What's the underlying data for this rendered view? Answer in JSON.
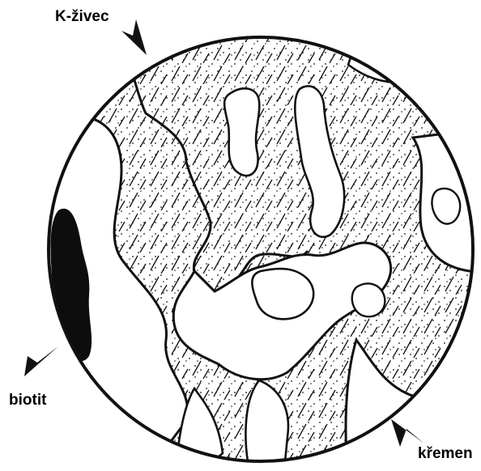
{
  "labels": {
    "k_zivec": "K-živec",
    "biotit": "biotit",
    "kremen": "křemen"
  },
  "colors": {
    "ink": "#111111",
    "background": "#ffffff",
    "biotite_fill": "#0d0d0d"
  },
  "icons": {
    "pointer": "arrowhead"
  }
}
